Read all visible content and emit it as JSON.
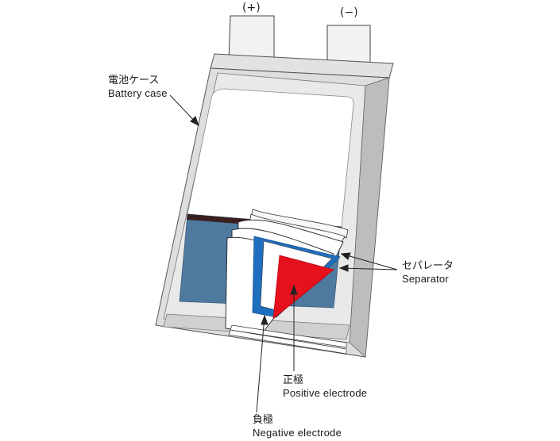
{
  "terminals": {
    "positive": "(+)",
    "negative": "(−)"
  },
  "labels": {
    "battery_case": {
      "jp": "電池ケース",
      "en": "Battery case"
    },
    "separator": {
      "jp": "セパレータ",
      "en": "Separator"
    },
    "positive_electrode": {
      "jp": "正極",
      "en": "Positive electrode"
    },
    "negative_electrode": {
      "jp": "負極",
      "en": "Negative electrode"
    }
  },
  "colors": {
    "case_outer": "#dcdcdc",
    "case_edge": "#a8a8a8",
    "electrolyte": "#4f7aa0",
    "separator_blue": "#1f6fc0",
    "positive_red": "#e6111d",
    "electrolyte_top": "#3a1f1f"
  }
}
